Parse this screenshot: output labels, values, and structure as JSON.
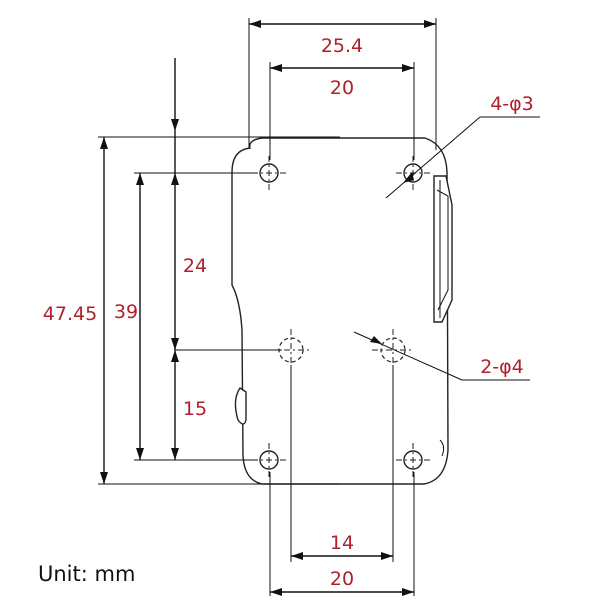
{
  "dimensions": {
    "top_outer_width": "25.4",
    "top_hole_spacing": "20",
    "bottom_inner_spacing": "14",
    "bottom_outer_spacing": "20",
    "overall_height": "47.45",
    "hole_span_height": "39",
    "upper_section": "24",
    "lower_section": "15"
  },
  "callouts": {
    "small_holes": "4-φ3",
    "large_holes": "2-φ4"
  },
  "unit_label": "Unit: mm"
}
